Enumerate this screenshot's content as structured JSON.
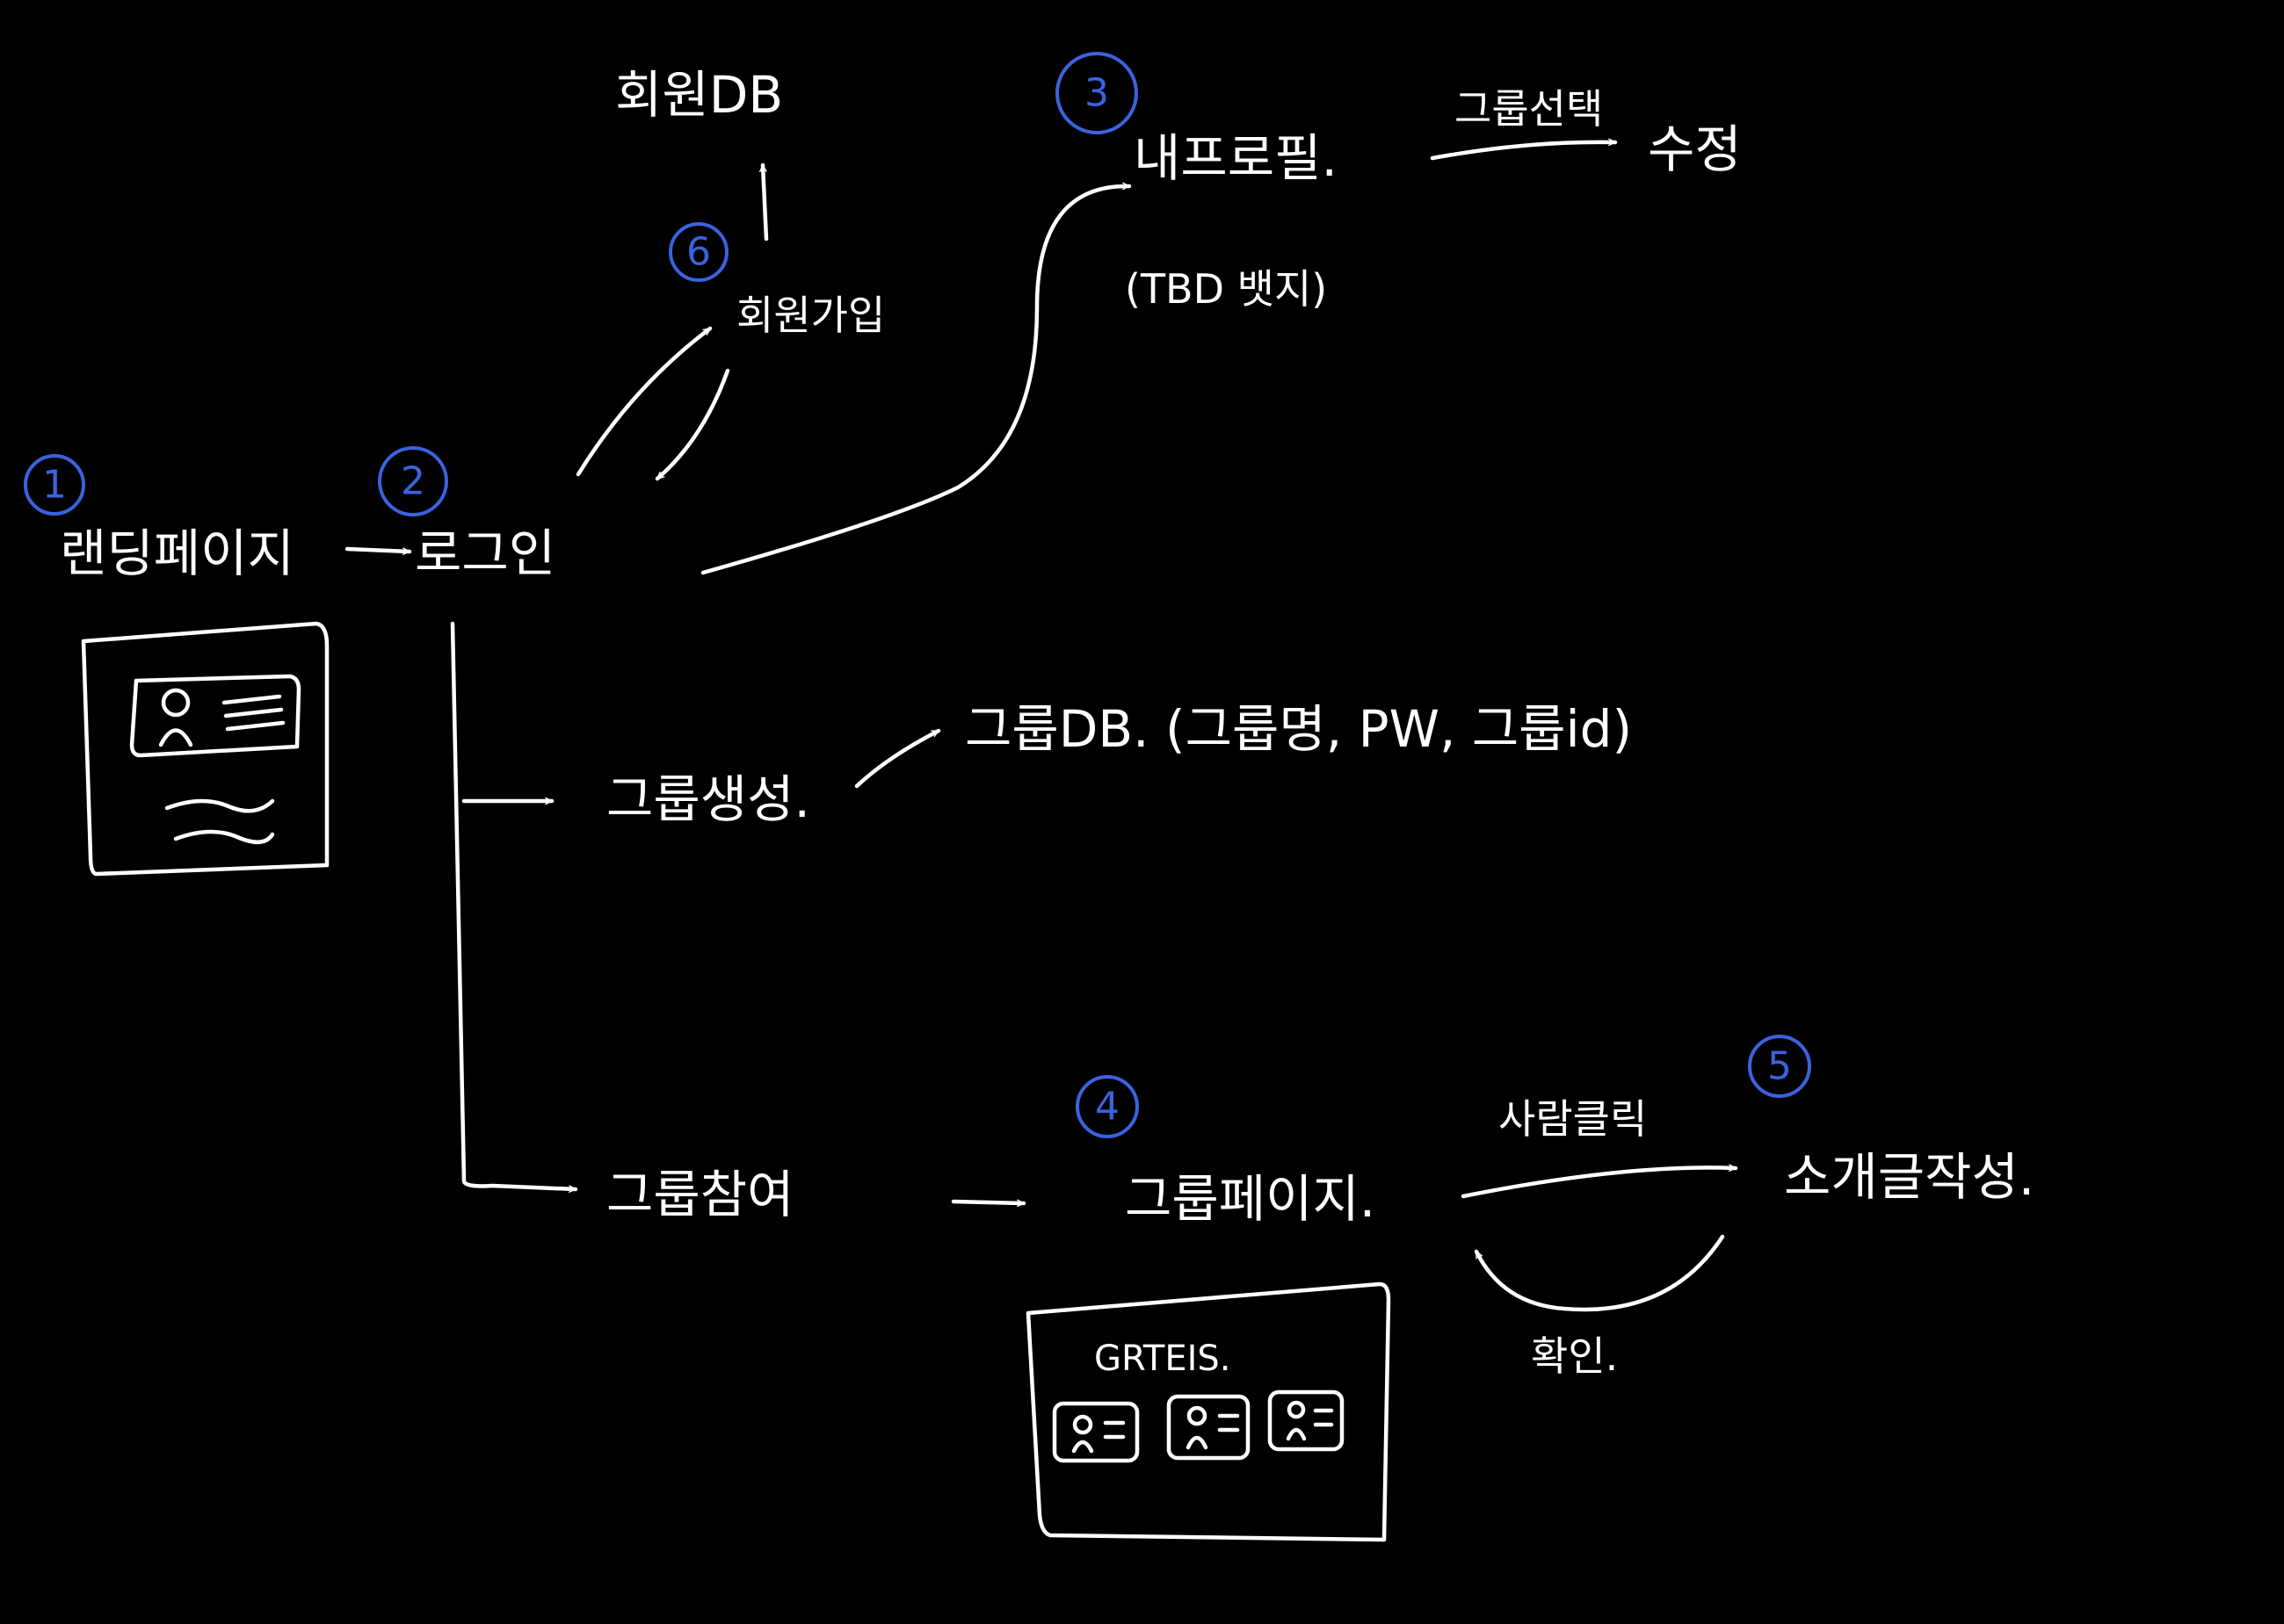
{
  "nodes": {
    "landing": "랜딩페이지",
    "login": "로그인",
    "signup": "회원가입",
    "member_db": "회원DB",
    "my_profile": "내프로필.",
    "tbd": "(TBD 뱃지)",
    "edit": "수정",
    "group_create": "그룹생성.",
    "group_db": "그룹DB. (그룹명, PW, 그룹id)",
    "group_join": "그룹참여",
    "group_page": "그룹페이지.",
    "intro_write": "소개글작성."
  },
  "edge_labels": {
    "group_select": "그룹선택",
    "person_click": "사람클릭",
    "confirm": "확인."
  },
  "group_box": {
    "title": "GRTEIS."
  },
  "steps": [
    "1",
    "2",
    "3",
    "4",
    "5",
    "6"
  ],
  "colors": {
    "background": "#000000",
    "ink": "#ffffff",
    "step_marker": "#3b63e0"
  }
}
